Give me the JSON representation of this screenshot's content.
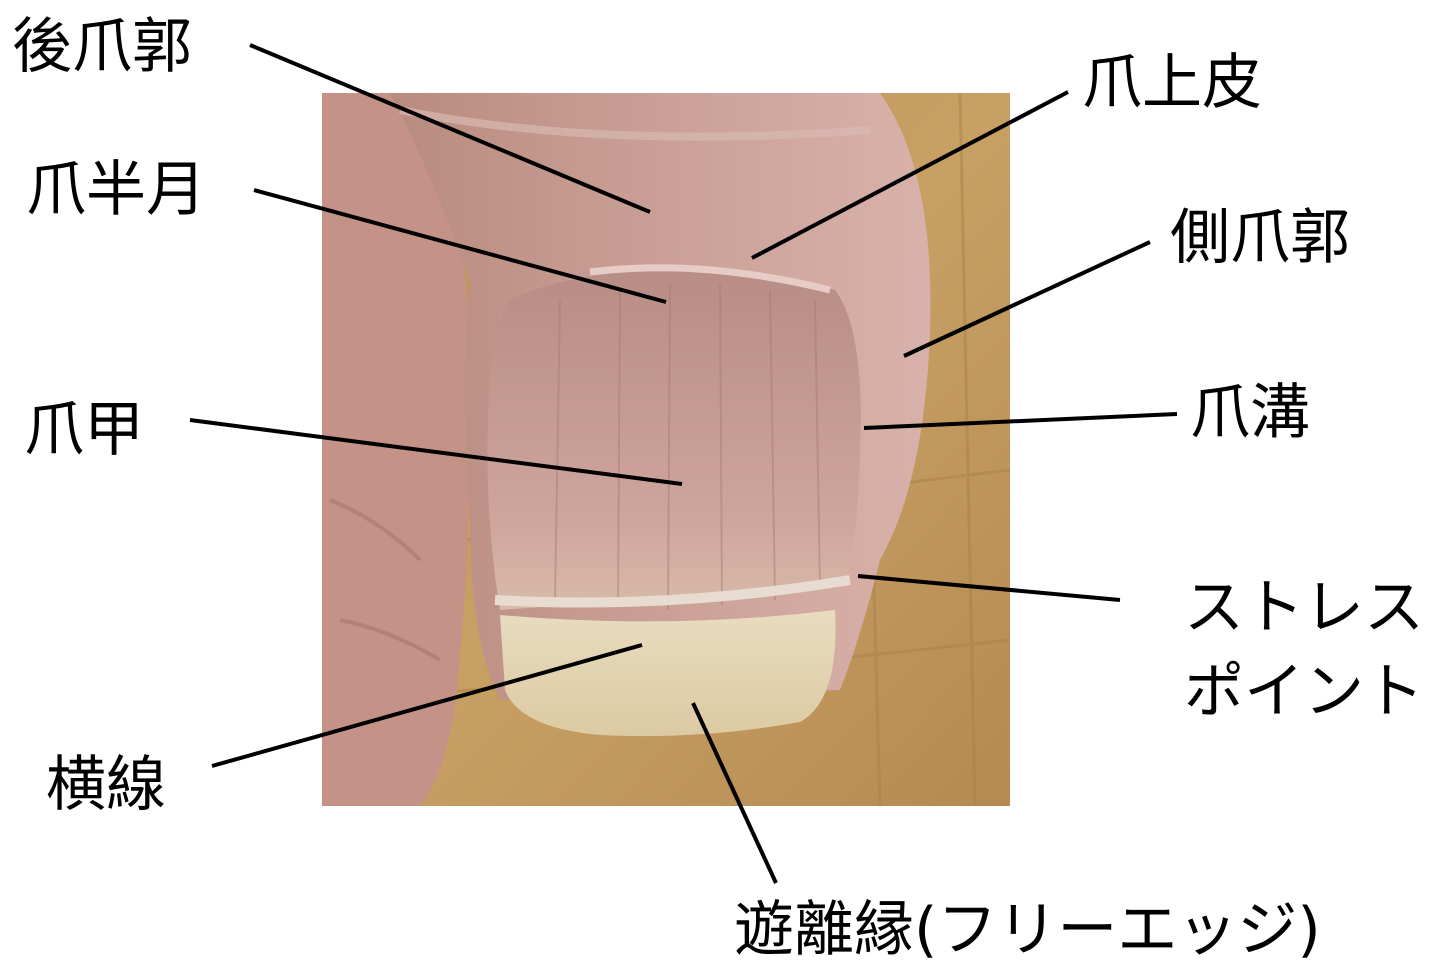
{
  "labels": {
    "posterior_nail_fold": "後爪郭",
    "cuticle": "爪上皮",
    "lunula": "爪半月",
    "lateral_nail_fold": "側爪郭",
    "nail_plate": "爪甲",
    "nail_groove": "爪溝",
    "stress_point_line1": "ストレス",
    "stress_point_line2": "ポイント",
    "transverse_line": "横線",
    "free_edge": "遊離縁(フリーエッジ)"
  },
  "colors": {
    "background": "#ffffff",
    "leader_line": "#000000",
    "photo_backdrop": "#c39a5e",
    "skin": "#c99a8e",
    "nail": "#cfa59a",
    "free_edge": "#e6d7b8"
  }
}
